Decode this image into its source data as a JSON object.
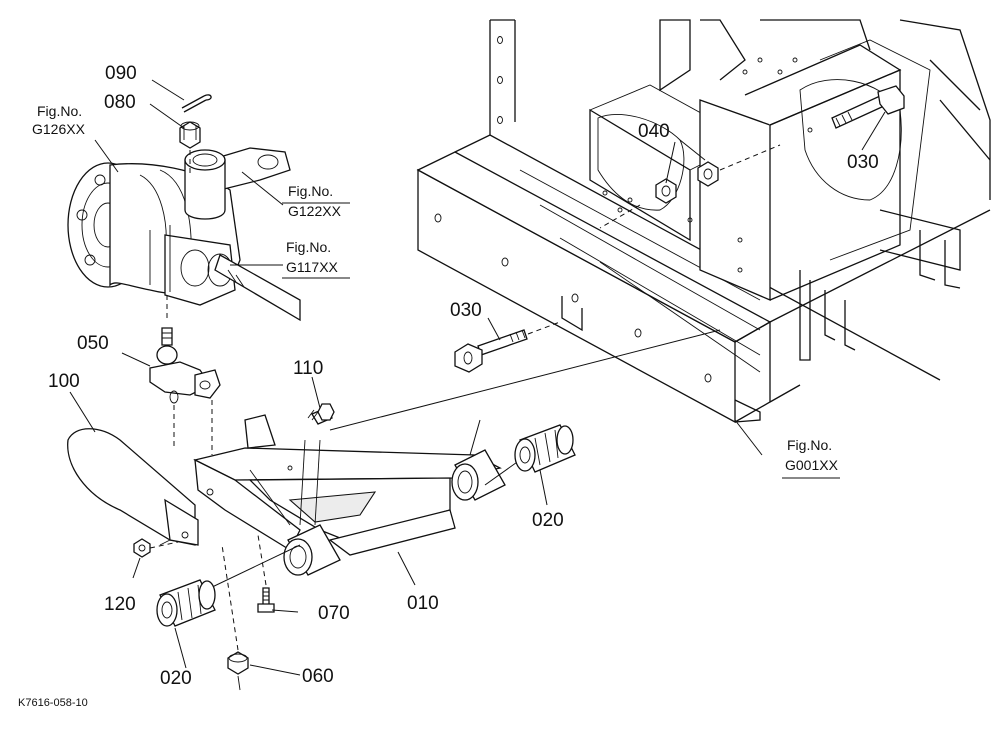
{
  "diagram": {
    "part_labels": {
      "p090": "090",
      "p080": "080",
      "p040": "040",
      "p030_top": "030",
      "p030_mid": "030",
      "p050": "050",
      "p100": "100",
      "p110": "110",
      "p020_right": "020",
      "p120": "120",
      "p010": "010",
      "p070": "070",
      "p020_left": "020",
      "p060": "060"
    },
    "fig_refs": {
      "g126": {
        "line1": "Fig.No.",
        "line2": "G126XX"
      },
      "g122": {
        "line1": "Fig.No.",
        "line2": "G122XX"
      },
      "g117": {
        "line1": "Fig.No.",
        "line2": "G117XX"
      },
      "g001": {
        "line1": "Fig.No.",
        "line2": "G001XX"
      }
    },
    "doc_code": "K7616-058-10"
  }
}
